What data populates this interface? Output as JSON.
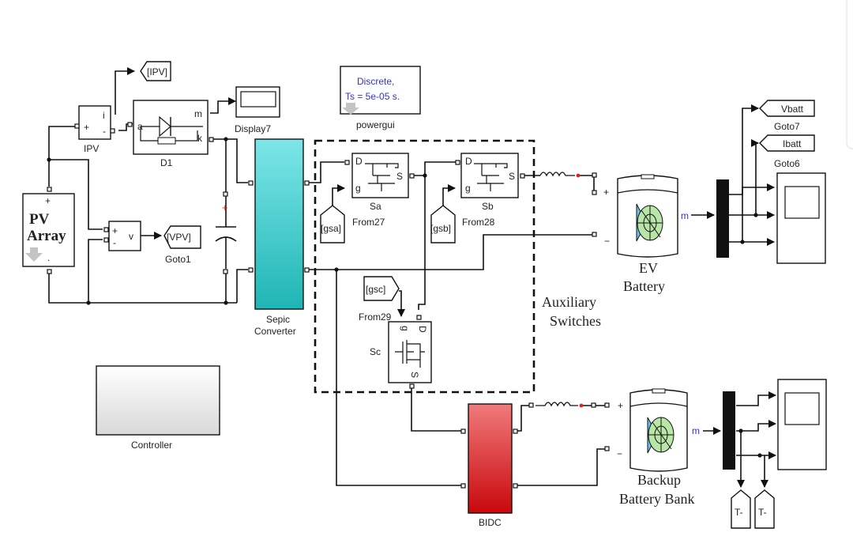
{
  "diagram": {
    "type": "simulink-model",
    "blocks": {
      "ipv_goto": {
        "tag": "[IPV]"
      },
      "ipv_sensor": {
        "name": "IPV",
        "port_plus": "+",
        "port_minus": "-",
        "port_i": "i"
      },
      "diode": {
        "name": "D1",
        "port_a": "a",
        "port_m": "m",
        "port_k": "k"
      },
      "display": {
        "name": "Display7"
      },
      "powergui": {
        "line1": "Discrete,",
        "line2": "Ts = 5e-05 s.",
        "name": "powergui"
      },
      "pv_array": {
        "line1": "PV",
        "line2": "Array",
        "plus": "+",
        "minus": "."
      },
      "vpv_sensor": {
        "port_plus": "+",
        "port_minus": "-",
        "port_v": "v"
      },
      "vpv_goto": {
        "tag": "[VPV]",
        "name": "Goto1"
      },
      "sepic": {
        "line1": "Sepic",
        "line2": "Converter"
      },
      "sa": {
        "name": "Sa",
        "port_d": "D",
        "port_g": "g",
        "port_s": "S"
      },
      "sb": {
        "name": "Sb",
        "port_d": "D",
        "port_g": "g",
        "port_s": "S"
      },
      "sc": {
        "name": "Sc",
        "port_g": "g",
        "port_d": "D",
        "port_s": "S"
      },
      "from27": {
        "tag": "[gsa]",
        "name": "From27"
      },
      "from28": {
        "tag": "[gsb]",
        "name": "From28"
      },
      "from29": {
        "tag": "[gsc]",
        "name": "From29"
      },
      "aux_label": {
        "line1": "Auxiliary",
        "line2": "Switches"
      },
      "ev_battery": {
        "line1": "EV",
        "line2": "Battery",
        "port_m": "m",
        "plus": "+",
        "minus": "−"
      },
      "goto7": {
        "tag": "Vbatt",
        "name": "Goto7"
      },
      "goto6": {
        "tag": "Ibatt",
        "name": "Goto6"
      },
      "controller": {
        "name": "Controller"
      },
      "bidc": {
        "name": "BIDC"
      },
      "backup_battery": {
        "line1": "Backup",
        "line2": "Battery Bank",
        "port_m": "m",
        "plus": "+",
        "minus": "−"
      },
      "terminator1": {
        "tag": "T-"
      },
      "terminator2": {
        "tag": "T-"
      }
    },
    "colors": {
      "sepic": "#4fd2d6",
      "bidc": "#d8383a",
      "powergui_text": "#3333cc",
      "port_m_text": "#3333cc",
      "capacitor_mark": "#dd2222"
    }
  }
}
